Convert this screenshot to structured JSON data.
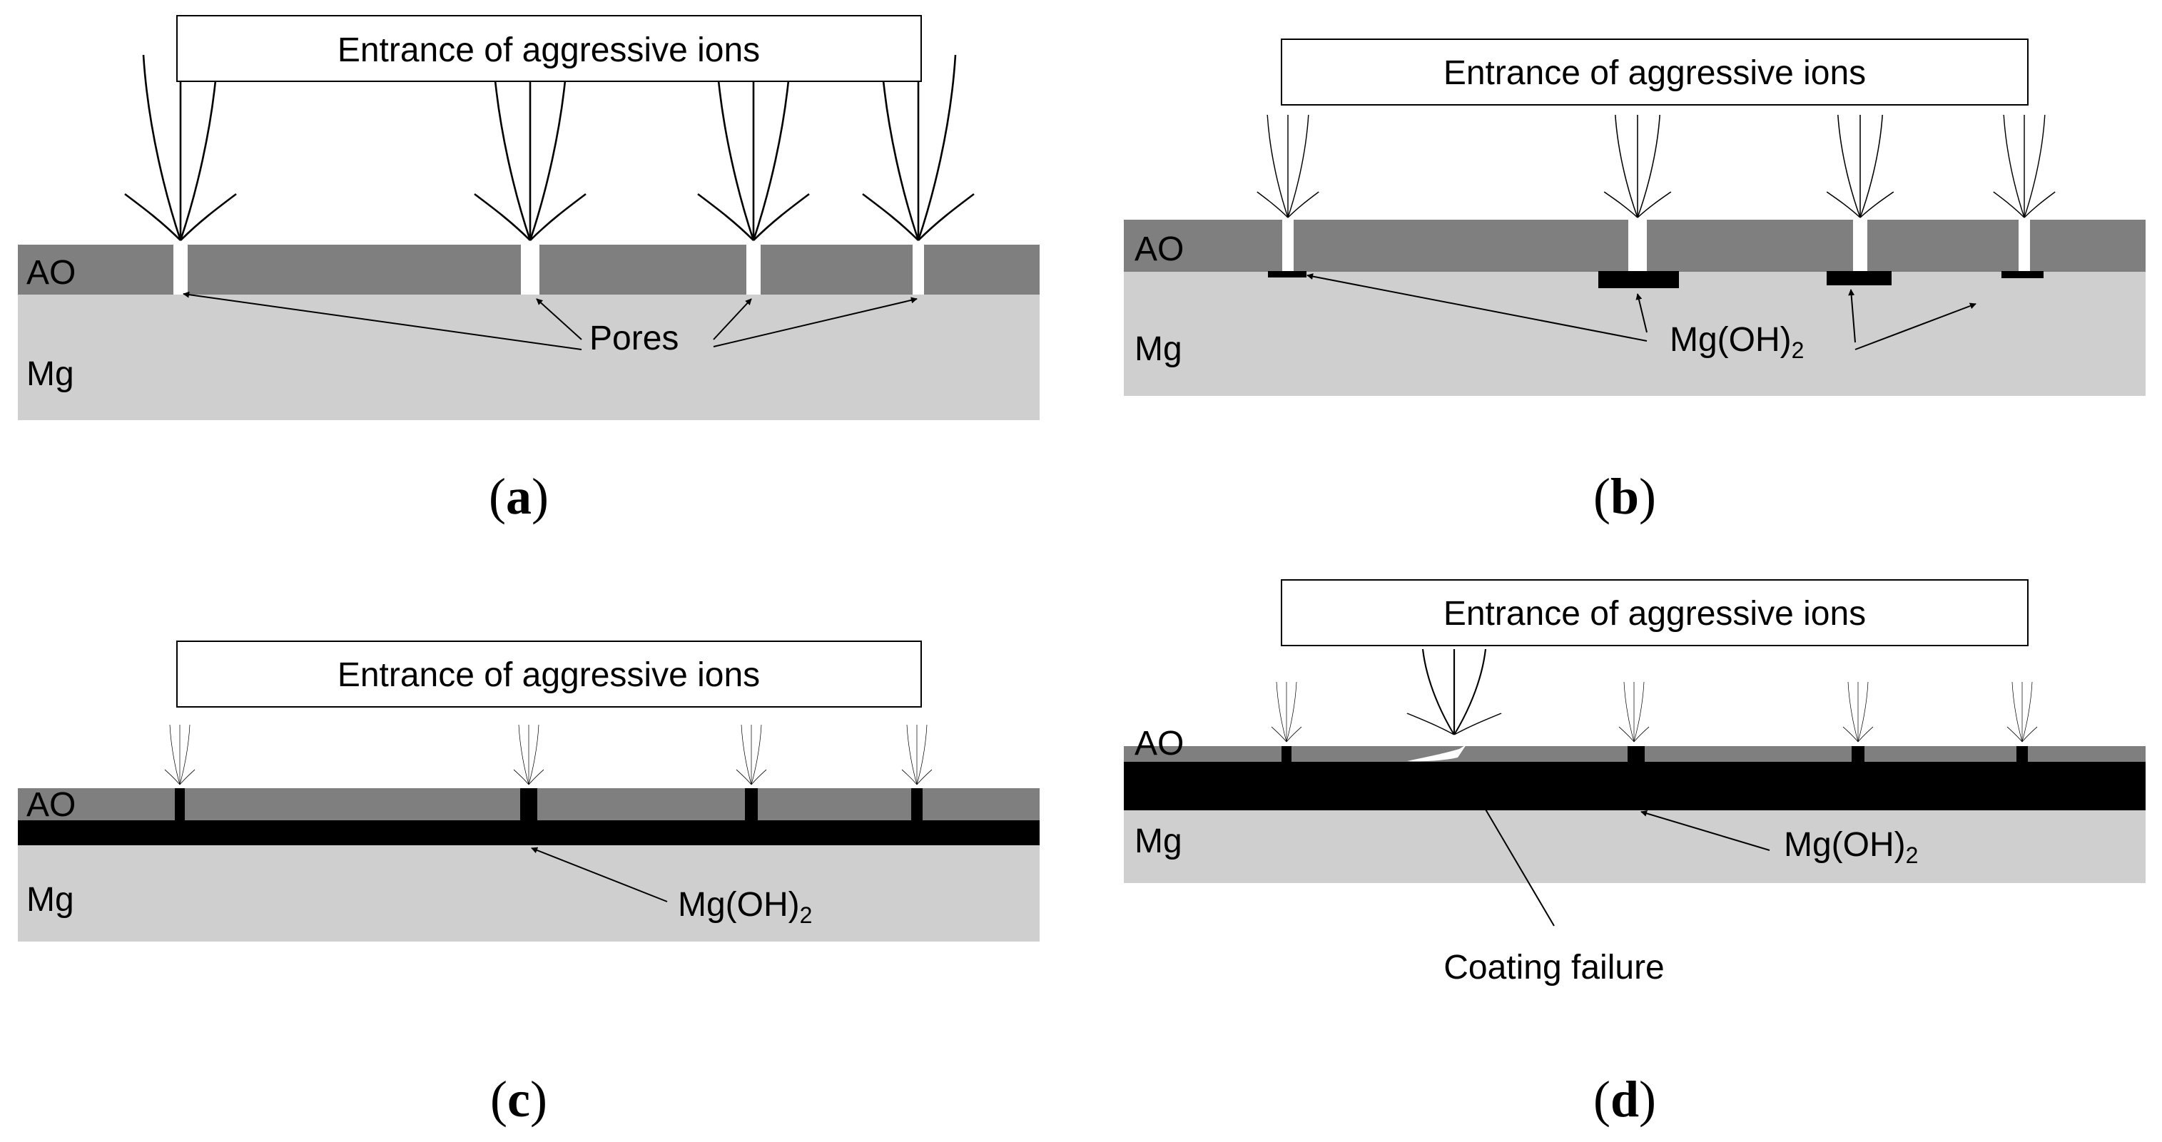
{
  "panels": {
    "a": {
      "caption_open": "(",
      "caption_letter": "a",
      "caption_close": ")",
      "box_text": "Entrance of aggressive ions",
      "ao_label": "AO",
      "mg_label": "Mg",
      "annotation": "Pores"
    },
    "b": {
      "caption_open": "(",
      "caption_letter": "b",
      "caption_close": ")",
      "box_text": "Entrance of aggressive ions",
      "ao_label": "AO",
      "mg_label": "Mg",
      "annotation_main": "Mg(OH)",
      "annotation_sub": "2"
    },
    "c": {
      "caption_open": "(",
      "caption_letter": "c",
      "caption_close": ")",
      "box_text": "Entrance of aggressive ions",
      "ao_label": "AO",
      "mg_label": "Mg",
      "annotation_main": "Mg(OH)",
      "annotation_sub": "2"
    },
    "d": {
      "caption_open": "(",
      "caption_letter": "d",
      "caption_close": ")",
      "box_text": "Entrance of aggressive ions",
      "ao_label": "AO",
      "mg_label": "Mg",
      "annotation_main": "Mg(OH)",
      "annotation_sub": "2",
      "failure_label": "Coating failure"
    }
  },
  "colors": {
    "ao_layer": "#7f7f7f",
    "mg_substrate": "#d0cfcf",
    "hydroxide": "#000000",
    "pore": "#ffffff"
  }
}
